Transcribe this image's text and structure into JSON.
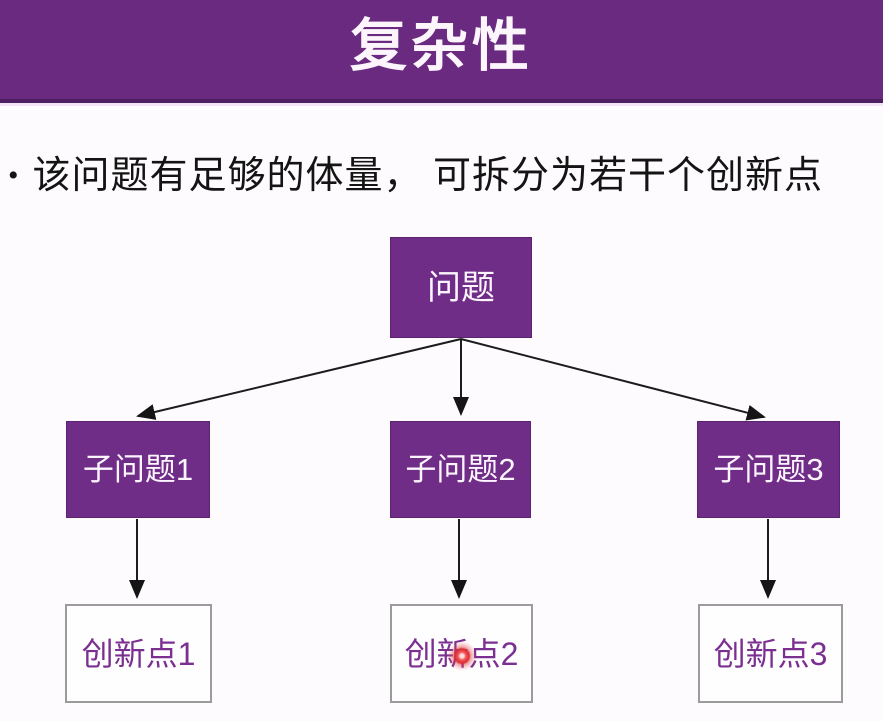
{
  "slide": {
    "header": {
      "title": "复杂性"
    },
    "bullet": {
      "marker": "•",
      "text": "该问题有足够的体量， 可拆分为若干个创新点"
    }
  },
  "diagram": {
    "root": {
      "label": "问题"
    },
    "subproblems": [
      {
        "label": "子问题1"
      },
      {
        "label": "子问题2"
      },
      {
        "label": "子问题3"
      }
    ],
    "innovations": [
      {
        "label": "创新点1"
      },
      {
        "label": "创新点2"
      },
      {
        "label": "创新点3"
      }
    ]
  },
  "cursor": {
    "type": "laser-pointer-dot",
    "color": "#da2e33"
  },
  "colors": {
    "banner_bg": "#692a80",
    "banner_border": "#4e1d62",
    "node_fill": "#6f2d87",
    "node_text": "#fdf5fd",
    "innovation_text": "#7b2f91",
    "innovation_border": "#9b9b9b",
    "arrow": "#1c1c1c",
    "bullet_text": "#141414",
    "background": "#fdfbfd"
  }
}
